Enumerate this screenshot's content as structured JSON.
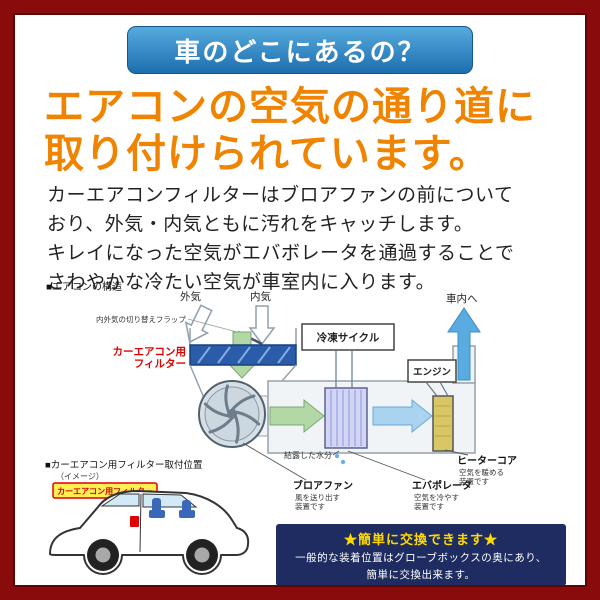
{
  "header": {
    "title": "車のどこにあるの？"
  },
  "headline": {
    "line1": "エアコンの空気の通り道に",
    "line2": "取り付けられています。"
  },
  "body": {
    "lines": [
      "カーエアコンフィルターはブロアファンの前について",
      "おり、外気・内気ともに汚れをキャッチします。",
      "キレイになった空気がエバボレータを通過することで",
      "さわやかな冷たい空気が車室内に入ります。"
    ]
  },
  "structure": {
    "title": "■エアコンの構造",
    "outside_air": "外気",
    "inside_air": "内気",
    "flap_label": "内外気の切り替えフラップ",
    "filter_label_1": "カーエアコン用",
    "filter_label_2": "フィルター",
    "refrigeration_cycle": "冷凍サイクル",
    "engine": "エンジン",
    "to_cabin": "車内へ",
    "condensation": "結露した水分",
    "blower_fan": "ブロアファン",
    "blower_fan_desc_1": "風を送り出す",
    "blower_fan_desc_2": "装置です",
    "evaporator": "エバポレータ",
    "evaporator_desc_1": "空気を冷やす",
    "evaporator_desc_2": "装置です",
    "heater_core": "ヒーターコア",
    "heater_core_desc_1": "空気を暖める",
    "heater_core_desc_2": "装置です"
  },
  "mount": {
    "title": "■カーエアコン用フィルター取付位置",
    "subtitle": "（イメージ）",
    "tag": "カーエアコン用フィルター"
  },
  "note": {
    "title": "★簡単に交換できます★",
    "line1": "一般的な装着位置はグローブボックスの奥にあり、",
    "line2": "簡単に交換出来ます。"
  },
  "colors": {
    "frame_red": "#8a0b0b",
    "header_blue": "#2f8fc8",
    "headline_orange": "#f08300",
    "filter_blue": "#2a5caa",
    "accent_red": "#dd0000",
    "note_navy": "#1e2c62",
    "note_yellow": "#ffd900",
    "flow_green": "#b2d8a6",
    "flow_blue": "#a9d3ef"
  }
}
